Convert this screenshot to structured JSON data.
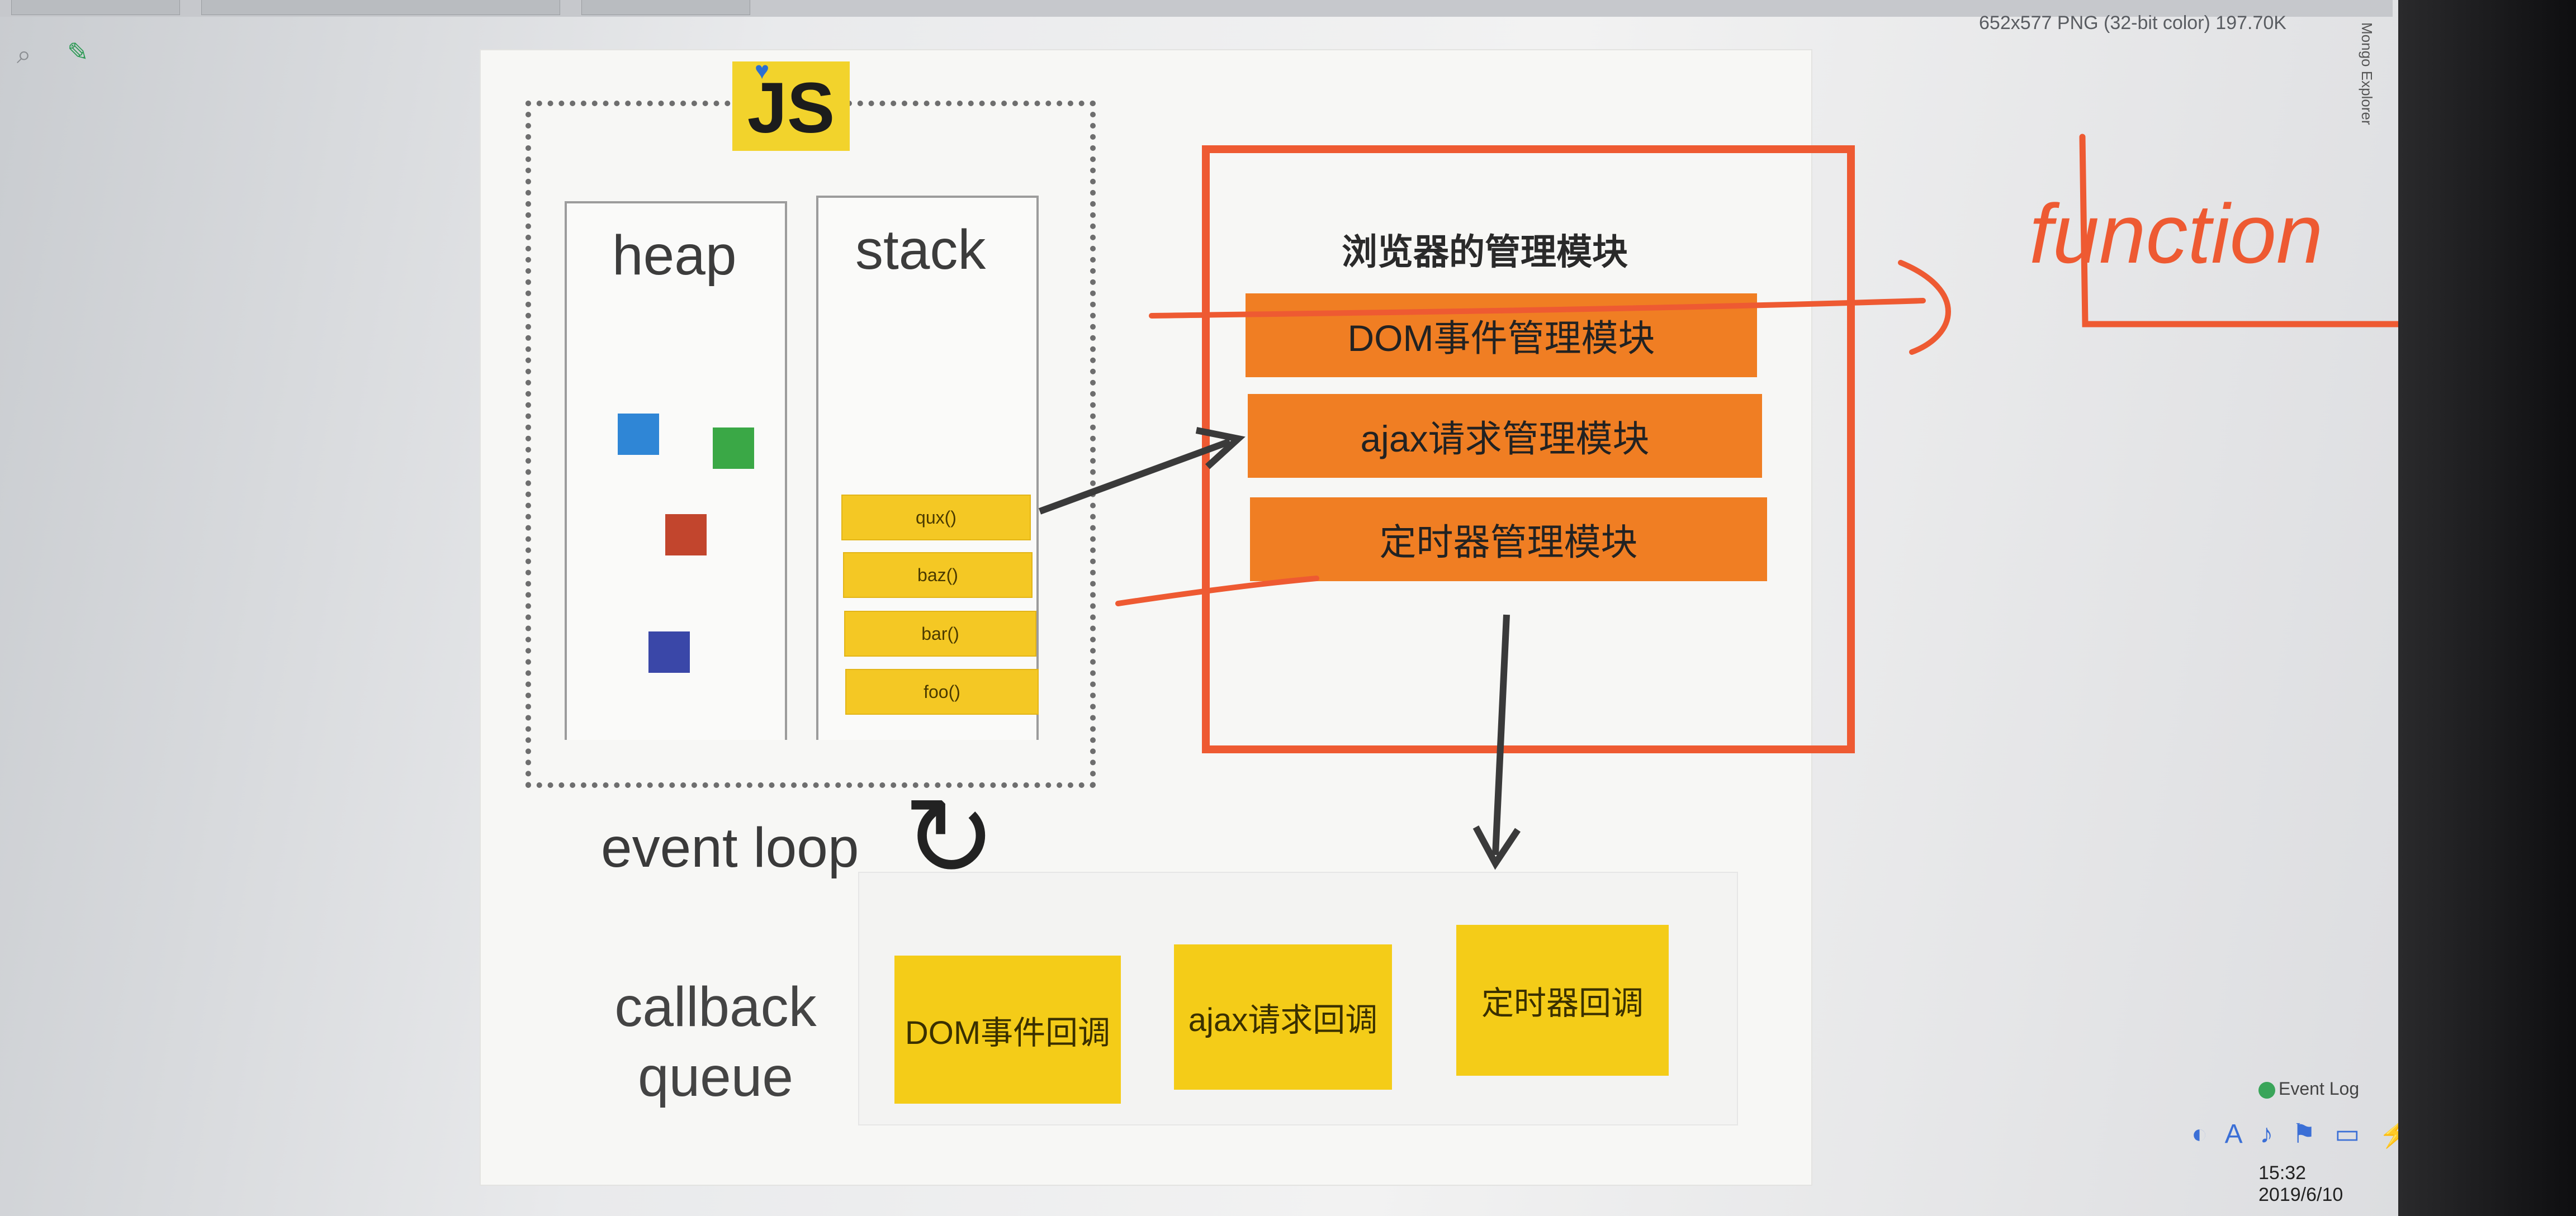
{
  "viewer": {
    "file_info": "652x577 PNG (32-bit color) 197.70K",
    "side_panel_label": "Mongo Explorer",
    "event_log_label": "Event Log",
    "clock_time": "15:32",
    "clock_date": "2019/6/10"
  },
  "slide": {
    "logo_text": "JS",
    "heap_title": "heap",
    "stack_title": "stack",
    "stack_frames": [
      "qux()",
      "baz()",
      "bar()",
      "foo()"
    ],
    "event_loop_label": "event loop",
    "callback_queue_label_line1": "callback",
    "callback_queue_label_line2": "queue",
    "callbacks": [
      "DOM事件回调",
      "ajax请求回调",
      "定时器回调"
    ],
    "browser_title": "浏览器的管理模块",
    "modules": [
      "DOM事件管理模块",
      "ajax请求管理模块",
      "定时器管理模块"
    ],
    "handwritten_note": "function"
  },
  "colors": {
    "js_yellow": "#f2d32c",
    "module_orange": "#f07e23",
    "annotation_red": "#ee5a32",
    "heap_blue": "#2f86d6",
    "heap_green": "#3aa846",
    "heap_red": "#c2452d",
    "heap_indigo": "#3a47a8"
  }
}
